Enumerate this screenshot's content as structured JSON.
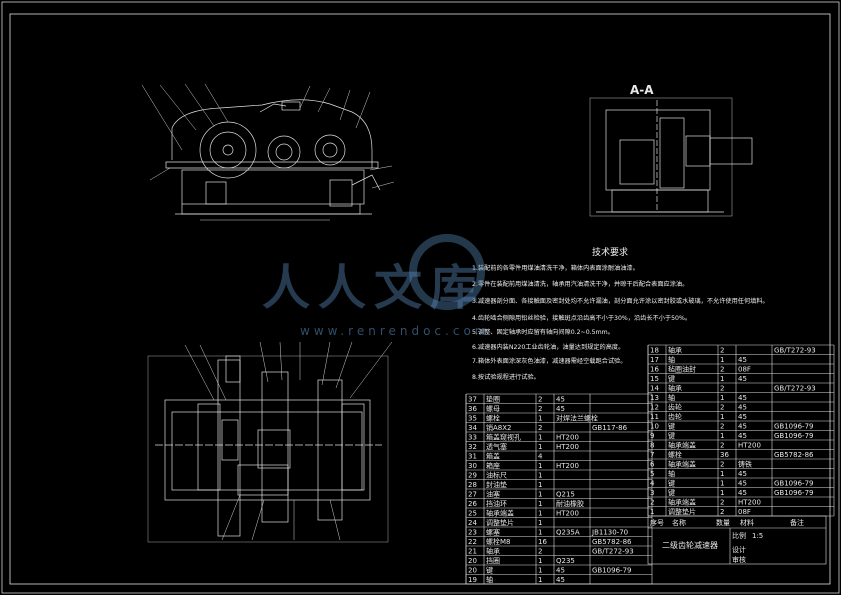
{
  "section_label": "A-A",
  "tech_title": "技术要求",
  "notes": [
    "1.装配前的各零件用煤油清洗干净，箱体内表面涂耐油油漆。",
    "2.零件在装配前用煤油清洗，轴承用汽油清洗干净，并晾干后配合表面应涂油。",
    "3.减速器剖分面、各接触面及密封处均不允许漏油，剖分面允许涂以密封胶或水玻璃，不允许使用任何填料。",
    "4.齿轮啮合侧隙用铅丝检验，接触斑点沿齿高不小于30%，沿齿长不小于50%。",
    "5.调整、固定轴承时应留有轴向间隙0.2~0.5mm。",
    "6.减速器内装N220工业齿轮油，油量达到规定的高度。",
    "7.箱体外表面涂深灰色油漆，减速器需经空载跑合试验。",
    "8.按试验规程进行试验。"
  ],
  "watermark": {
    "text": "人人文库",
    "url": "www.renrendoc.com"
  },
  "drawing_title": "二级齿轮减速器",
  "bom_left": [
    {
      "no": "37",
      "name": "垫圈",
      "qty": "2",
      "mat": "45",
      "std": ""
    },
    {
      "no": "36",
      "name": "螺母",
      "qty": "2",
      "mat": "45",
      "std": ""
    },
    {
      "no": "35",
      "name": "螺栓",
      "qty": "1",
      "mat": "对焊法兰螺栓",
      "std": ""
    },
    {
      "no": "34",
      "name": "销A8X2",
      "qty": "2",
      "mat": "",
      "std": "GB117-86"
    },
    {
      "no": "33",
      "name": "箱盖窥视孔",
      "qty": "1",
      "mat": "HT200",
      "std": ""
    },
    {
      "no": "32",
      "name": "透气塞",
      "qty": "1",
      "mat": "HT200",
      "std": ""
    },
    {
      "no": "31",
      "name": "箱盖",
      "qty": "4",
      "mat": "",
      "std": ""
    },
    {
      "no": "30",
      "name": "箱座",
      "qty": "1",
      "mat": "HT200",
      "std": ""
    },
    {
      "no": "29",
      "name": "油标尺",
      "qty": "1",
      "mat": "",
      "std": ""
    },
    {
      "no": "28",
      "name": "封油垫",
      "qty": "1",
      "mat": "",
      "std": ""
    },
    {
      "no": "27",
      "name": "油塞",
      "qty": "1",
      "mat": "Q215",
      "std": ""
    },
    {
      "no": "26",
      "name": "挡油环",
      "qty": "1",
      "mat": "耐油橡胶",
      "std": ""
    },
    {
      "no": "25",
      "name": "轴承端盖",
      "qty": "1",
      "mat": "HT200",
      "std": ""
    },
    {
      "no": "24",
      "name": "调整垫片",
      "qty": "1",
      "mat": "",
      "std": ""
    },
    {
      "no": "23",
      "name": "螺塞",
      "qty": "1",
      "mat": "Q235A",
      "std": "JB1130-70"
    },
    {
      "no": "22",
      "name": "螺栓M8",
      "qty": "16",
      "mat": "",
      "std": "GB5782-86"
    },
    {
      "no": "21",
      "name": "轴承",
      "qty": "2",
      "mat": "",
      "std": "GB/T272-93"
    },
    {
      "no": "20",
      "name": "挡圈",
      "qty": "1",
      "mat": "Q235",
      "std": ""
    },
    {
      "no": "20",
      "name": "键",
      "qty": "1",
      "mat": "45",
      "std": "GB1096-79"
    },
    {
      "no": "19",
      "name": "轴",
      "qty": "1",
      "mat": "45",
      "std": ""
    }
  ],
  "bom_right": [
    {
      "no": "18",
      "name": "轴承",
      "qty": "2",
      "mat": "",
      "std": "GB/T272-93"
    },
    {
      "no": "17",
      "name": "轴",
      "qty": "1",
      "mat": "45",
      "std": ""
    },
    {
      "no": "16",
      "name": "毡圈油封",
      "qty": "2",
      "mat": "08F",
      "std": ""
    },
    {
      "no": "15",
      "name": "键",
      "qty": "1",
      "mat": "45",
      "std": ""
    },
    {
      "no": "14",
      "name": "轴承",
      "qty": "2",
      "mat": "",
      "std": "GB/T272-93"
    },
    {
      "no": "13",
      "name": "轴",
      "qty": "1",
      "mat": "45",
      "std": ""
    },
    {
      "no": "12",
      "name": "齿轮",
      "qty": "2",
      "mat": "45",
      "std": ""
    },
    {
      "no": "11",
      "name": "齿轮",
      "qty": "1",
      "mat": "45",
      "std": ""
    },
    {
      "no": "10",
      "name": "键",
      "qty": "2",
      "mat": "45",
      "std": "GB1096-79"
    },
    {
      "no": "9",
      "name": "键",
      "qty": "1",
      "mat": "45",
      "std": "GB1096-79"
    },
    {
      "no": "8",
      "name": "轴承端盖",
      "qty": "2",
      "mat": "HT200",
      "std": ""
    },
    {
      "no": "7",
      "name": "螺栓",
      "qty": "36",
      "mat": "",
      "std": "GB5782-86"
    },
    {
      "no": "6",
      "name": "轴承端盖",
      "qty": "2",
      "mat": "铸铁",
      "std": ""
    },
    {
      "no": "5",
      "name": "轴",
      "qty": "1",
      "mat": "45",
      "std": ""
    },
    {
      "no": "4",
      "name": "键",
      "qty": "1",
      "mat": "45",
      "std": "GB1096-79"
    },
    {
      "no": "3",
      "name": "键",
      "qty": "1",
      "mat": "45",
      "std": "GB1096-79"
    },
    {
      "no": "2",
      "name": "轴承端盖",
      "qty": "2",
      "mat": "HT200",
      "std": ""
    },
    {
      "no": "1",
      "name": "调整垫片",
      "qty": "2",
      "mat": "08F",
      "std": ""
    }
  ],
  "header_row": [
    "序号",
    "名称",
    "数量",
    "材料",
    "备注"
  ],
  "title_block": {
    "scale_label": "比例",
    "scale": "1:5",
    "drawn": "设计",
    "checked": "审核"
  }
}
